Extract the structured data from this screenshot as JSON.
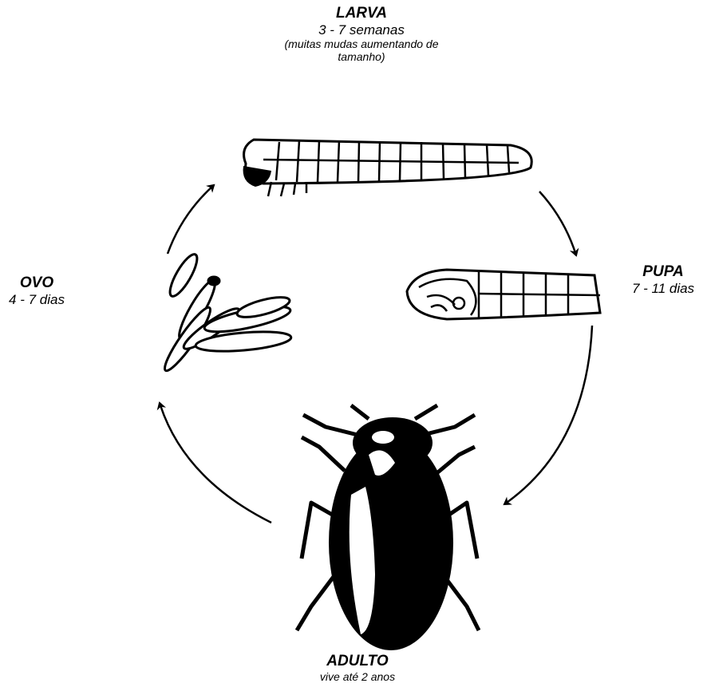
{
  "larva": {
    "name": "LARVA",
    "duration": "3 - 7 semanas",
    "note_line1": "(muitas mudas aumentando de",
    "note_line2": "tamanho)"
  },
  "pupa": {
    "name": "PUPA",
    "duration": "7 - 11 dias"
  },
  "ovo": {
    "name": "OVO",
    "duration": "4 - 7 dias"
  },
  "adulto": {
    "name": "ADULTO",
    "duration": "vive até 2 anos"
  },
  "colors": {
    "ink": "#000000",
    "background": "#ffffff"
  },
  "icons": [
    "larva-illustration",
    "pupa-illustration",
    "eggs-illustration",
    "beetle-illustration",
    "cycle-arrow"
  ]
}
